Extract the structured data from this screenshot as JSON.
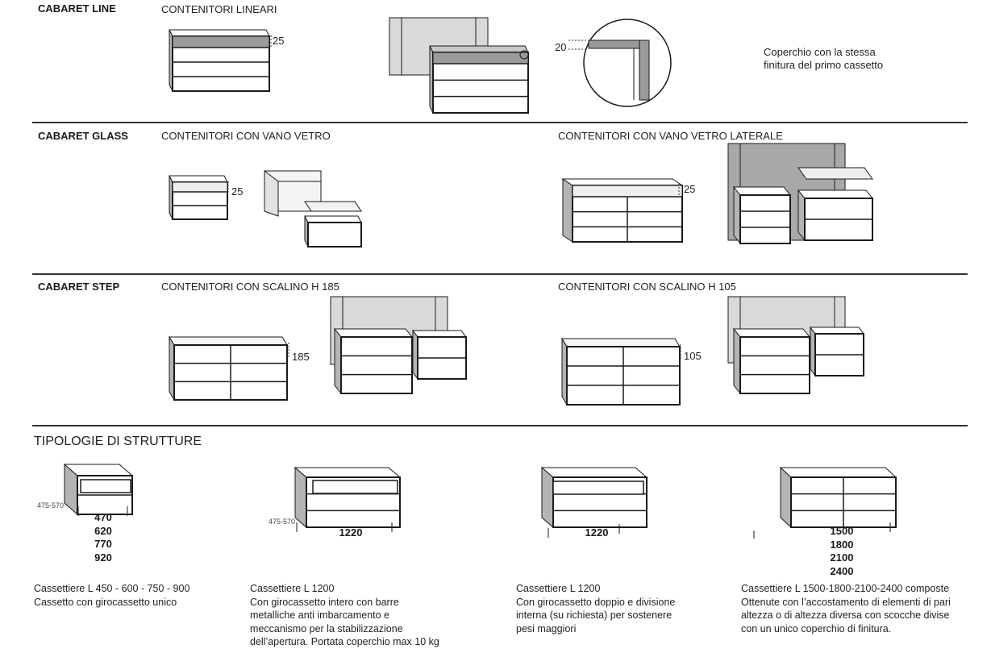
{
  "sections": [
    {
      "name": "CABARET LINE",
      "subtitles": [
        "CONTENITORI LINEARI"
      ],
      "dims": [
        "25",
        "20"
      ],
      "note": [
        "Coperchio con la stessa",
        "finitura del primo cassetto"
      ]
    },
    {
      "name": "CABARET GLASS",
      "subtitles": [
        "CONTENITORI CON VANO VETRO",
        "CONTENITORI CON VANO VETRO LATERALE"
      ],
      "dims": [
        "25",
        "25"
      ]
    },
    {
      "name": "CABARET STEP",
      "subtitles": [
        "CONTENITORI CON SCALINO H 185",
        "CONTENITORI CON SCALINO H 105"
      ],
      "dims": [
        "185",
        "105"
      ]
    }
  ],
  "structures": {
    "title": "TIPOLOGIE DI STRUTTURE",
    "items": [
      {
        "depth": "475-570",
        "widths": [
          "470",
          "620",
          "770",
          "920"
        ],
        "desc": [
          "Cassettiere L 450 - 600 - 750 - 900",
          "Cassetto con girocassetto unico"
        ]
      },
      {
        "depth": "475-570",
        "widths": [
          "1220"
        ],
        "desc": [
          "Cassettiere L 1200",
          "Con girocassetto intero con barre",
          "metalliche anti imbarcamento e",
          "meccanismo per la stabilizzazione",
          "dell’apertura. Portata coperchio max 10 kg"
        ]
      },
      {
        "widths": [
          "1220"
        ],
        "desc": [
          "Cassettiere L 1200",
          "Con girocassetto doppio e divisione",
          "interna (su richiesta) per sostenere",
          "pesi maggiori"
        ]
      },
      {
        "widths": [
          "1500",
          "1800",
          "2100",
          "2400"
        ],
        "desc": [
          "Cassettiere L 1500-1800-2100-2400 composte",
          "Ottenute con l’accostamento di elementi di pari",
          "altezza o di altezza diversa con scocche divise",
          "con un unico coperchio di finitura."
        ]
      }
    ]
  },
  "colors": {
    "line": "#1a1a1a",
    "side": "#b4b4b4",
    "panel": "#d9d9d9",
    "dark_panel": "#a8a8a8"
  }
}
